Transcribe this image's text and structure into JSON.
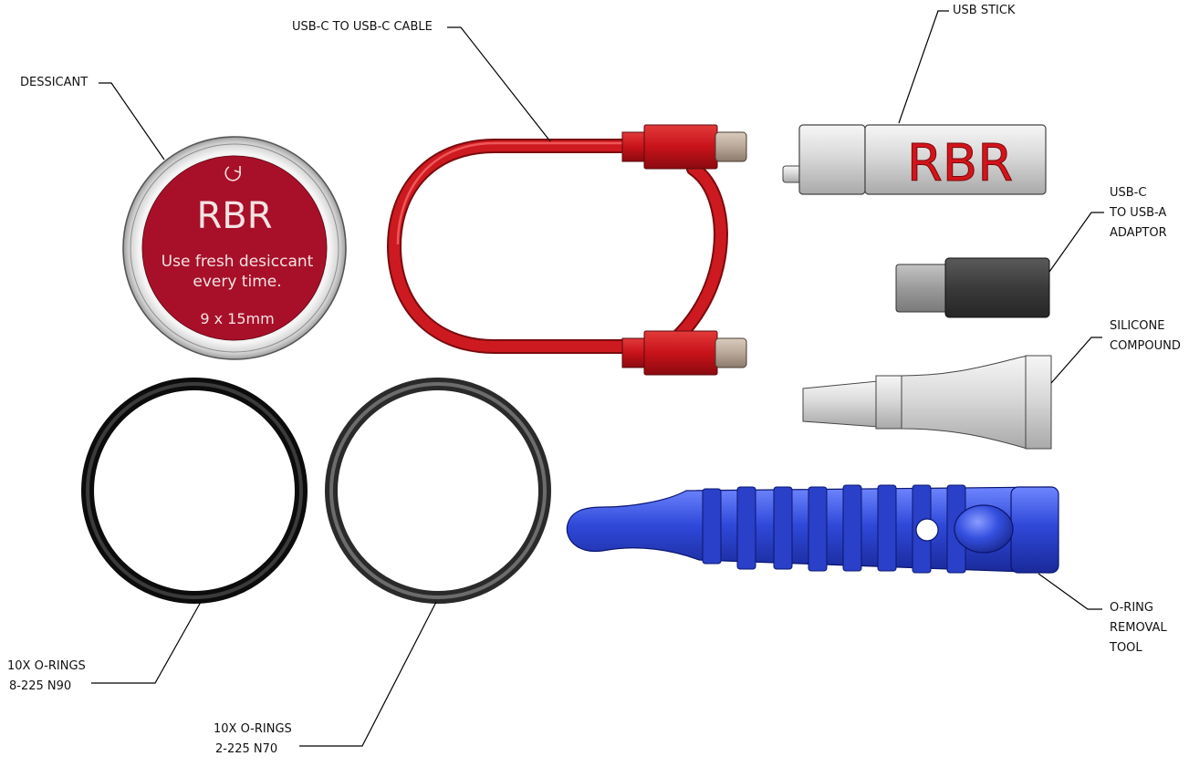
{
  "labels": {
    "dessicant": "DESSICANT",
    "cable": "USB-C TO USB-C CABLE",
    "usb_stick": "USB STICK",
    "adaptor": [
      "USB-C",
      "TO USB-A",
      "ADAPTOR"
    ],
    "silicone": [
      "SILICONE",
      "COMPOUND"
    ],
    "tool": [
      "O-RING",
      "REMOVAL",
      "TOOL"
    ],
    "oring_n90": [
      "10X O-RINGS",
      "8-225 N90"
    ],
    "oring_n70": [
      "10X O-RINGS",
      "2-225 N70"
    ]
  },
  "desiccant_lid": {
    "brand": "RBR",
    "line1": "Use fresh desiccant",
    "line2": "every time.",
    "size": "9 x 15mm"
  },
  "usb_stick_brand": "RBR",
  "icons": {
    "desiccant_lid": "recycle-arrow-icon"
  },
  "colors": {
    "desiccant_red": "#a8102a",
    "cable_red": "#c8121a",
    "connector_metal": "#b9a898",
    "stick_brand_red": "#d2141c",
    "adaptor_body": "#3a3a3a",
    "adaptor_plug": "#9a9a9a",
    "oring_n90": "#1e1e1e",
    "oring_n70": "#4a4a4a",
    "tool_blue": "#2f48d8"
  }
}
